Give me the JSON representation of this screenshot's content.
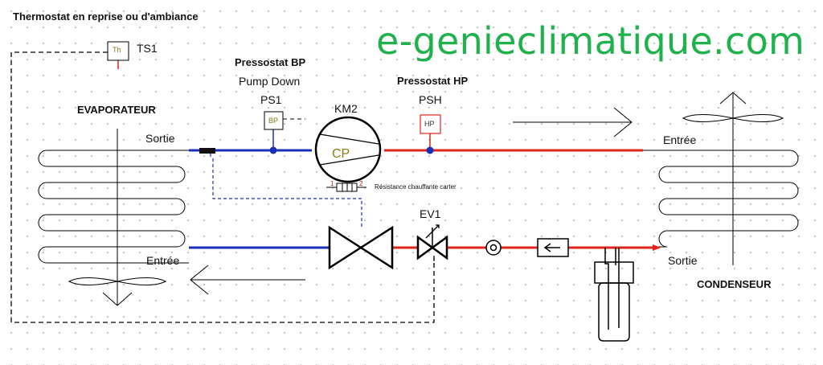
{
  "header": {
    "title": "Thermostat en reprise ou d'ambiance",
    "site": "e-genieclimatique.com"
  },
  "components": {
    "thermostat": {
      "tag": "TS1",
      "box_text": "Th"
    },
    "low_pressure_switch": {
      "title": "Pressostat BP",
      "subtitle": "Pump Down",
      "tag": "PS1",
      "box_text": "BP"
    },
    "compressor": {
      "tag": "KM2",
      "label": "CP"
    },
    "high_pressure_switch": {
      "title": "Pressostat HP",
      "tag": "PSH",
      "box_text": "HP"
    },
    "crankcase_heater": {
      "label": "Résistance chauffante carter",
      "pin1": "1",
      "pin2": "2"
    },
    "solenoid_valve": {
      "tag": "EV1"
    }
  },
  "evaporator": {
    "title": "EVAPORATEUR",
    "outlet": "Sortie",
    "inlet": "Entrée"
  },
  "condenser": {
    "title": "CONDENSEUR",
    "inlet": "Entrée",
    "outlet": "Sortie"
  },
  "colors": {
    "low_pressure_line": "#1a2fb8",
    "high_pressure_line": "#e0241b",
    "site_text": "#1fb14b",
    "box_text": "#8a7a14"
  }
}
